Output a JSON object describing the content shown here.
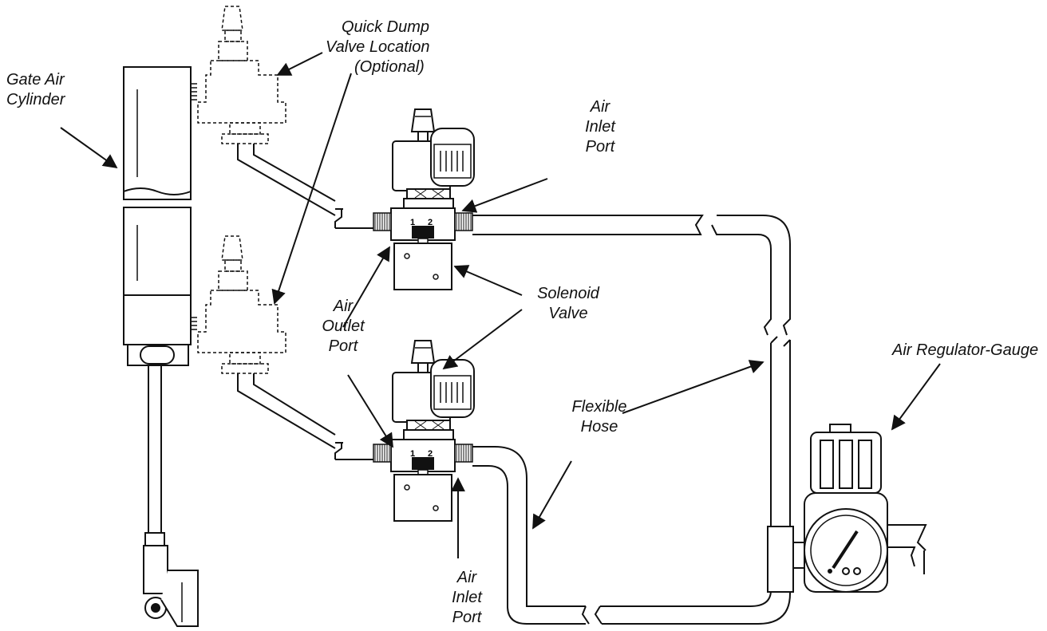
{
  "colors": {
    "ink": "#111111",
    "background": "#ffffff"
  },
  "labels": {
    "gate_air_cylinder": [
      "Gate Air",
      "Cylinder"
    ],
    "quick_dump": [
      "Quick Dump",
      "Valve Location",
      "(Optional)"
    ],
    "air_inlet_top": [
      "Air",
      "Inlet",
      "Port"
    ],
    "solenoid": [
      "Solenoid",
      "Valve"
    ],
    "air_outlet": [
      "Air",
      "Outlet",
      "Port"
    ],
    "air_regulator": [
      "Air Regulator-Gauge"
    ],
    "flexible_hose": [
      "Flexible",
      "Hose"
    ],
    "air_inlet_bottom": [
      "Air",
      "Inlet",
      "Port"
    ]
  },
  "port_numbers": [
    "1",
    "2"
  ]
}
